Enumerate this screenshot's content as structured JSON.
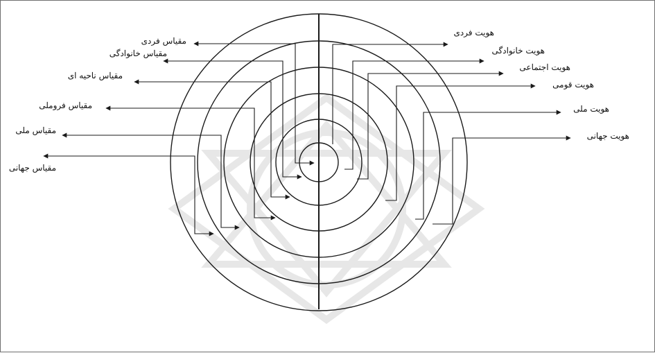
{
  "diagram": {
    "left_labels": [
      "مقیاس فردی",
      "مقیاس خانوادگی",
      "مقیاس ناحیه ای",
      "مقیاس فروملی",
      "مقیاس ملی",
      "مقیاس جهانی"
    ],
    "right_labels": [
      "هویت فردی",
      "هویت خانوادگی",
      "هویت اجتماعی",
      "هویت قومی",
      "هویت ملی",
      "هویت جهانی"
    ],
    "colors": {
      "line": "#1a1a1a",
      "watermark": "#d8d8d8",
      "frame": "#6f6f6f"
    }
  }
}
